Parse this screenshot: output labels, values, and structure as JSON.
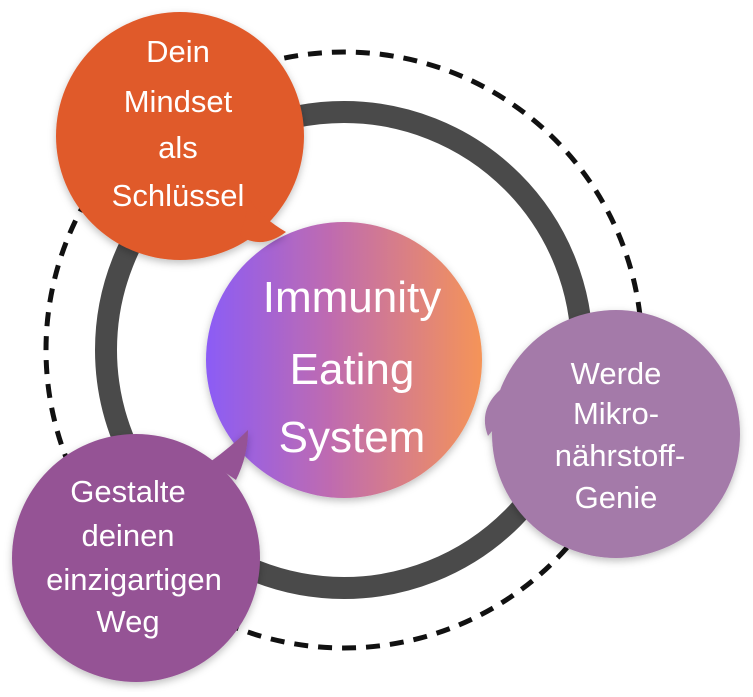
{
  "center": {
    "lines": [
      "Immunity",
      "Eating",
      "System"
    ]
  },
  "nodes": {
    "mindset": {
      "lines": [
        "Dein",
        "Mindset",
        "als",
        "Schlüssel"
      ]
    },
    "micro": {
      "lines": [
        "Werde",
        "Mikro-",
        "nährstoff-",
        "Genie"
      ]
    },
    "path": {
      "lines": [
        "Gestalte",
        "deinen",
        "einzigartigen",
        "Weg"
      ]
    }
  },
  "colors": {
    "mindset": "#e05a2b",
    "micro": "#a47aa9",
    "path": "#955395",
    "center_gradient_start": "#8b5cf6",
    "center_gradient_end": "#f59458",
    "ring": "#4a4a4a",
    "dashed_ring": "#111111"
  }
}
